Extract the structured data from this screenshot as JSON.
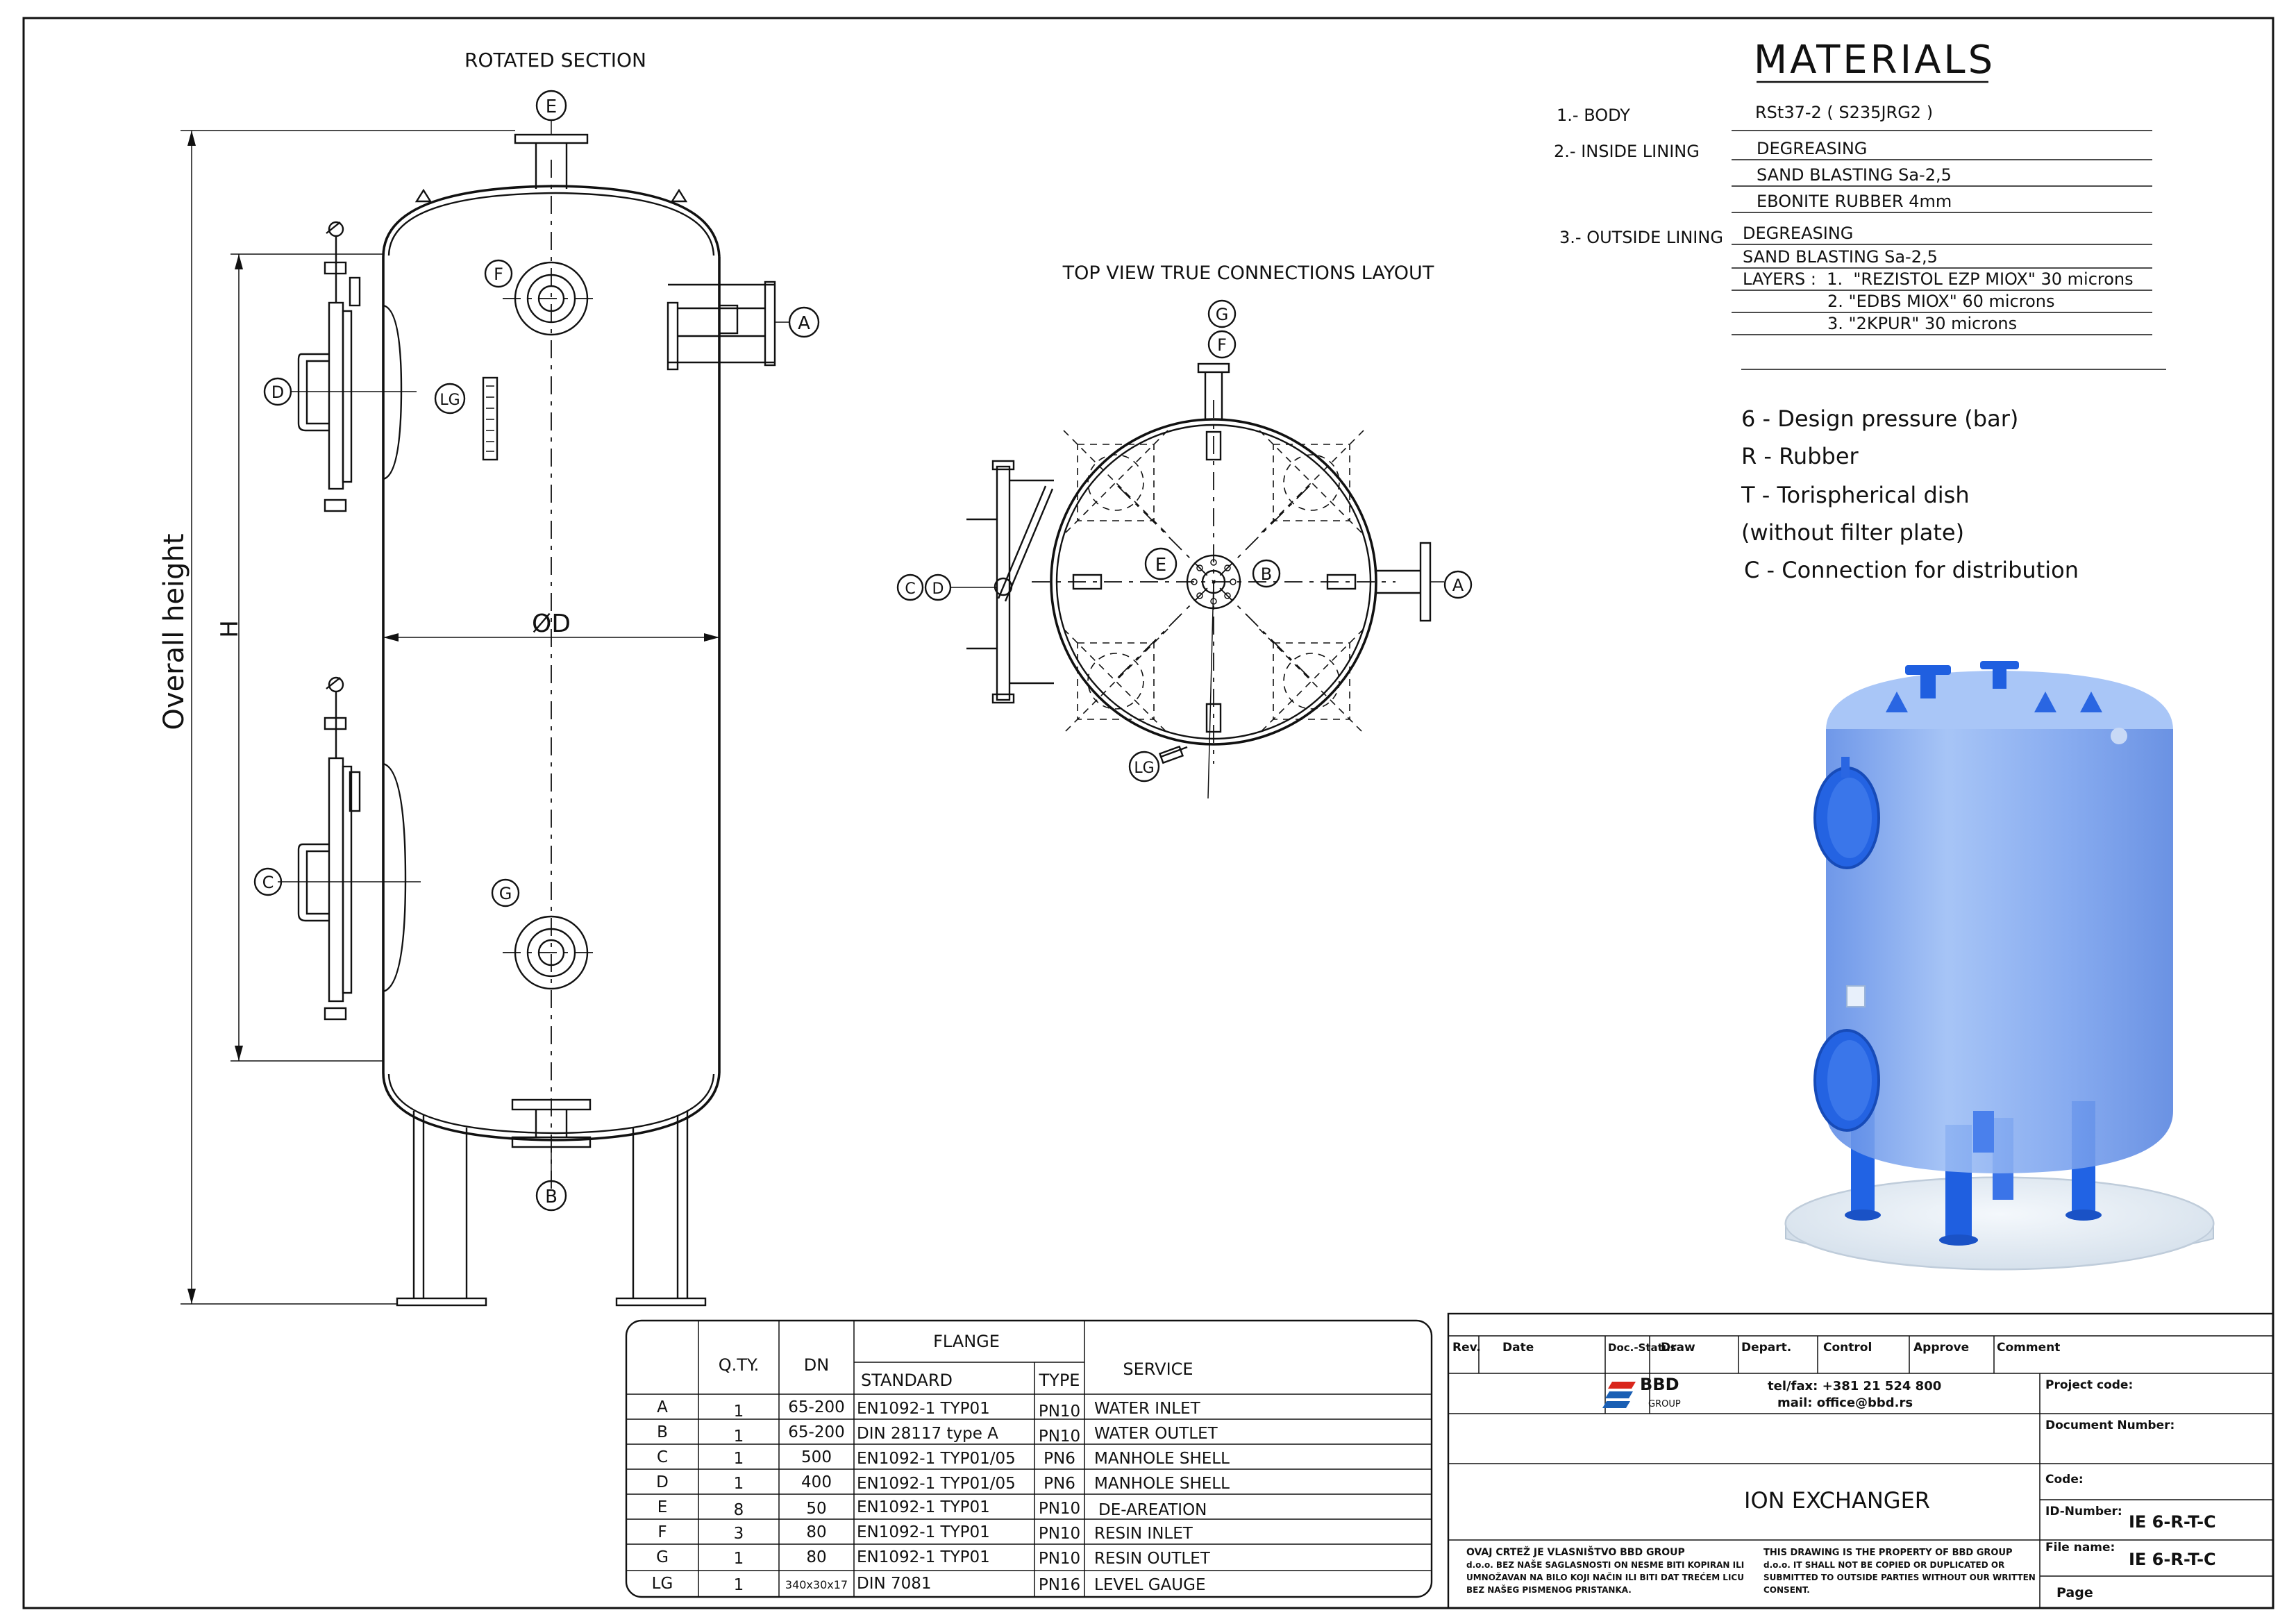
{
  "views": {
    "rotated_section_title": "ROTATED SECTION",
    "top_view_title": "TOP VIEW TRUE CONNECTIONS LAYOUT",
    "overall_height_label": "Overall height",
    "h_label": "H",
    "diameter_label": "ØD",
    "connection_tags": {
      "a": "A",
      "b": "B",
      "c": "C",
      "d": "D",
      "e": "E",
      "f": "F",
      "g": "G",
      "lg": "LG"
    }
  },
  "materials": {
    "title": "MATERIALS",
    "body_label": "1.-  BODY",
    "body_value": "RSt37-2 ( S235JRG2 )",
    "inside_label": "2.-  INSIDE LINING",
    "inside_lines": [
      "DEGREASING",
      "SAND BLASTING Sa-2,5",
      "EBONITE RUBBER 4mm"
    ],
    "outside_label": "3.- OUTSIDE LINING",
    "outside_lines": [
      "DEGREASING",
      "SAND BLASTING Sa-2,5",
      "LAYERS :  1.  \"REZISTOL EZP MIOX\" 30 microns",
      "2. \"EDBS MIOX\" 60 microns",
      "3. \"2KPUR\" 30 microns"
    ]
  },
  "legend": {
    "lines": [
      "6 - Design pressure (bar)",
      "R - Rubber",
      "T - Torispherical dish",
      "(without filter plate)",
      "C - Connection for distribution"
    ]
  },
  "connections_table": {
    "headers": {
      "qty": "Q.TY.",
      "dn": "DN",
      "flange": "FLANGE",
      "standard": "STANDARD",
      "type": "TYPE",
      "service": "SERVICE"
    },
    "rows": [
      {
        "tag": "A",
        "qty": "1",
        "dn": "65-200",
        "standard": "EN1092-1 TYP01",
        "type": "PN10",
        "service": "WATER INLET"
      },
      {
        "tag": "B",
        "qty": "1",
        "dn": "65-200",
        "standard": "DIN 28117 type A",
        "type": "PN10",
        "service": "WATER OUTLET"
      },
      {
        "tag": "C",
        "qty": "1",
        "dn": "500",
        "standard": "EN1092-1 TYP01/05",
        "type": "PN6",
        "service": "MANHOLE SHELL"
      },
      {
        "tag": "D",
        "qty": "1",
        "dn": "400",
        "standard": "EN1092-1 TYP01/05",
        "type": "PN6",
        "service": "MANHOLE SHELL"
      },
      {
        "tag": "E",
        "qty": "8",
        "dn": "50",
        "standard": "EN1092-1 TYP01",
        "type": "PN10",
        "service": "DE-AREATION"
      },
      {
        "tag": "F",
        "qty": "3",
        "dn": "80",
        "standard": "EN1092-1 TYP01",
        "type": "PN10",
        "service": "RESIN INLET"
      },
      {
        "tag": "G",
        "qty": "1",
        "dn": "80",
        "standard": "EN1092-1 TYP01",
        "type": "PN10",
        "service": "RESIN OUTLET"
      },
      {
        "tag": "LG",
        "qty": "1",
        "dn": "340x30x17",
        "standard": "DIN 7081",
        "type": "PN16",
        "service": "LEVEL GAUGE"
      }
    ]
  },
  "title_block": {
    "headers": [
      "Rev.",
      "Date",
      "Doc.-Status",
      "Draw",
      "Depart.",
      "Control",
      "Approve",
      "Comment"
    ],
    "company": "BBD",
    "company_sub": "GROUP",
    "contact_tel": "tel/fax: +381 21 524 800",
    "contact_mail": "mail: office@bbd.rs",
    "project_code_label": "Project code:",
    "document_number_label": "Document Number:",
    "code_label": "Code:",
    "id_number_label": "ID-Number:",
    "id_number_value": "IE 6-R-T-C",
    "file_name_label": "File name:",
    "file_name_value": "IE 6-R-T-C",
    "page_label": "Page",
    "drawing_title": "ION EXCHANGER",
    "notice_local": [
      "OVAJ CRTEŽ JE VLASNIŠTVO BBD GROUP",
      "d.o.o. BEZ NAŠE SAGLASNOSTI ON NESME BITI KOPIRAN ILI",
      "UMNOŽAVAN NA BILO KOJI NAČIN ILI BITI DAT TREĆEM LICU",
      "BEZ NAŠEG PISMENOG PRISTANKA."
    ],
    "notice_en": [
      "THIS DRAWING IS THE PROPERTY OF BBD GROUP",
      "d.o.o. IT SHALL NOT BE COPIED OR DUPLICATED OR",
      "SUBMITTED TO OUTSIDE PARTIES WITHOUT OUR WRITTEN",
      "CONSENT."
    ]
  },
  "colors": {
    "line": "#111111",
    "vessel_light": "#8fb4f2",
    "vessel_mid": "#6e98ea",
    "vessel_dark": "#3f6ed8",
    "nozzle_blue": "#1f5fe0",
    "base_plate": "#e6eef6",
    "logo_red": "#d9261c",
    "logo_blue": "#1a5fb4"
  }
}
